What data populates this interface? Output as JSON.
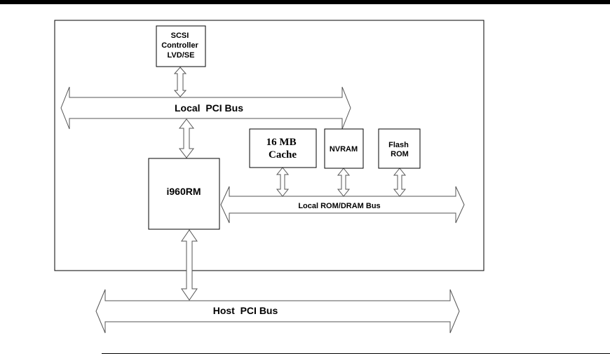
{
  "colors": {
    "top_bar": "#000000",
    "stroke": "#000000",
    "bus_stroke": "#555555",
    "fill": "#ffffff"
  },
  "nodes": {
    "scsi": {
      "lines": [
        "SCSI",
        "Controller",
        "LVD/SE"
      ]
    },
    "cache": {
      "lines": [
        "16 MB",
        "Cache"
      ]
    },
    "nvram": {
      "lines": [
        "NVRAM"
      ]
    },
    "flash": {
      "lines": [
        "Flash",
        "ROM"
      ]
    },
    "cpu": {
      "lines": [
        "i960RM"
      ]
    }
  },
  "buses": {
    "local_pci": "Local  PCI Bus",
    "local_rom_dram": "Local ROM/DRAM Bus",
    "host_pci": "Host  PCI Bus"
  }
}
